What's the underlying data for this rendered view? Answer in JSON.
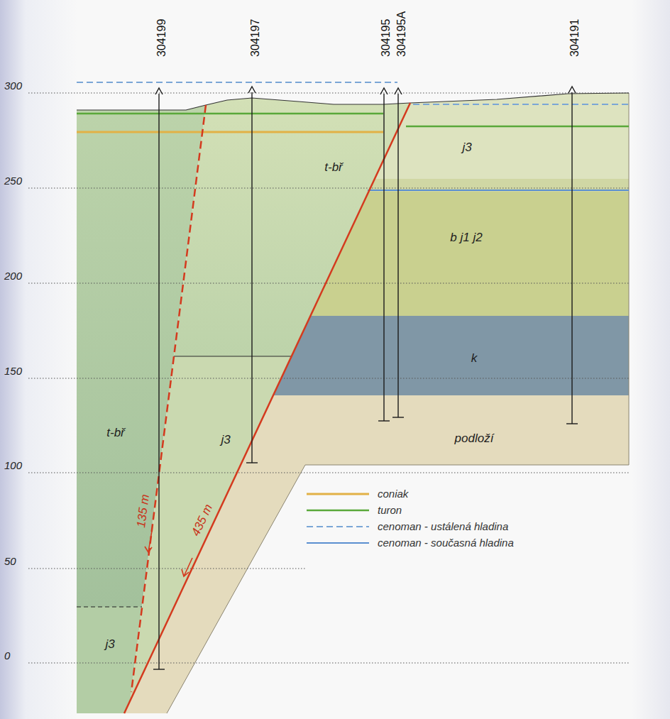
{
  "diagram": {
    "nodes": [
      {
        "text": [
          "t-bř"
        ]
      },
      {
        "text": [
          "j3"
        ]
      },
      {
        "text": [
          "b j1 j2"
        ]
      },
      {
        "text": [
          "k"
        ]
      },
      {
        "text": [
          "t-bř"
        ]
      },
      {
        "text": [
          "j3"
        ]
      },
      {
        "text": [
          "podloží"
        ]
      },
      {
        "text": [
          "j3"
        ]
      }
    ],
    "labels": [
      "304199",
      "304197",
      "304195",
      "304195A",
      "304191",
      "300",
      "250",
      "200",
      "150",
      "100",
      "50",
      "0",
      "135 m",
      "435 m"
    ],
    "legend": [
      {
        "text": "coniak"
      },
      {
        "text": "turon"
      },
      {
        "text": "cenoman - ustálená hladina"
      },
      {
        "text": "cenoman - současná hladina"
      }
    ]
  }
}
